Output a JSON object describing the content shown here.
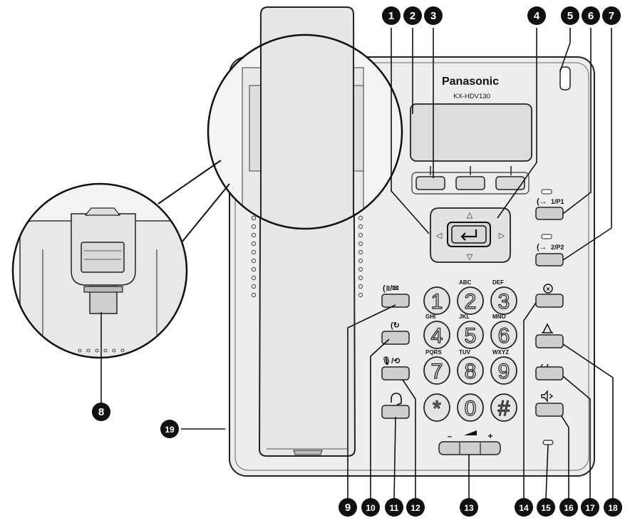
{
  "brand": "Panasonic",
  "model": "KX-HDV130",
  "callout_numbers": [
    "1",
    "2",
    "3",
    "4",
    "5",
    "6",
    "7",
    "8",
    "9",
    "10",
    "11",
    "12",
    "13",
    "14",
    "15",
    "16",
    "17",
    "18",
    "19"
  ],
  "dial_keys": [
    {
      "digit": "1",
      "letters": ""
    },
    {
      "digit": "2",
      "letters": "ABC"
    },
    {
      "digit": "3",
      "letters": "DEF"
    },
    {
      "digit": "4",
      "letters": "GHI"
    },
    {
      "digit": "5",
      "letters": "JKL"
    },
    {
      "digit": "6",
      "letters": "MNO"
    },
    {
      "digit": "7",
      "letters": "PQRS"
    },
    {
      "digit": "8",
      "letters": "TUV"
    },
    {
      "digit": "9",
      "letters": "WXYZ"
    },
    {
      "digit": "*",
      "letters": ""
    },
    {
      "digit": "0",
      "letters": ""
    },
    {
      "digit": "#",
      "letters": ""
    }
  ],
  "line_key_1_label": "1/P1",
  "line_key_2_label": "2/P2",
  "volume_minus": "–",
  "volume_plus": "+",
  "icons": [
    "hold-message-icon",
    "redial-icon",
    "mute-conference-icon",
    "headset-icon",
    "cancel-icon",
    "transfer-icon",
    "flash-icon",
    "speaker-icon",
    "enter-icon",
    "up-arrow-icon",
    "down-arrow-icon",
    "left-arrow-icon",
    "right-arrow-icon",
    "volume-ramp-icon"
  ]
}
